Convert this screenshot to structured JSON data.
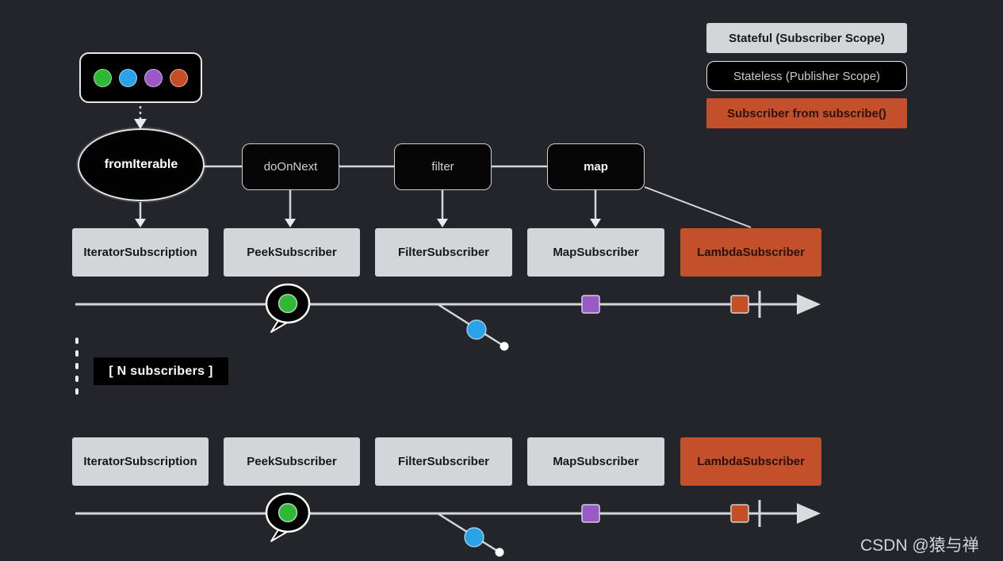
{
  "colors": {
    "background": "#22262b",
    "marble_green": "#2eb836",
    "marble_blue": "#29a2e9",
    "marble_purple": "#9b59c8",
    "marble_orange": "#c44f27",
    "box_gray": "#d3d5d8",
    "box_orange": "#c2502a",
    "box_black": "#000000",
    "line_gray": "#d4d7d9",
    "marble_dropped_white": "#ffffff"
  },
  "legend": {
    "stateful": "Stateful (Subscriber Scope)",
    "stateless": "Stateless (Publisher Scope)",
    "subscribe": "Subscriber from subscribe()"
  },
  "source": {
    "marbles": [
      "green",
      "blue",
      "purple",
      "orange"
    ]
  },
  "pipeline": {
    "source_label": "fromIterable",
    "operator_labels": [
      "doOnNext",
      "filter",
      "map"
    ]
  },
  "subscribers": {
    "labels": [
      "IteratorSubscription",
      "PeekSubscriber",
      "FilterSubscriber",
      "MapSubscriber",
      "LambdaSubscriber"
    ]
  },
  "annotation": {
    "n_subscribers": "[ N subscribers ]"
  },
  "watermark": "CSDN @猿与禅"
}
